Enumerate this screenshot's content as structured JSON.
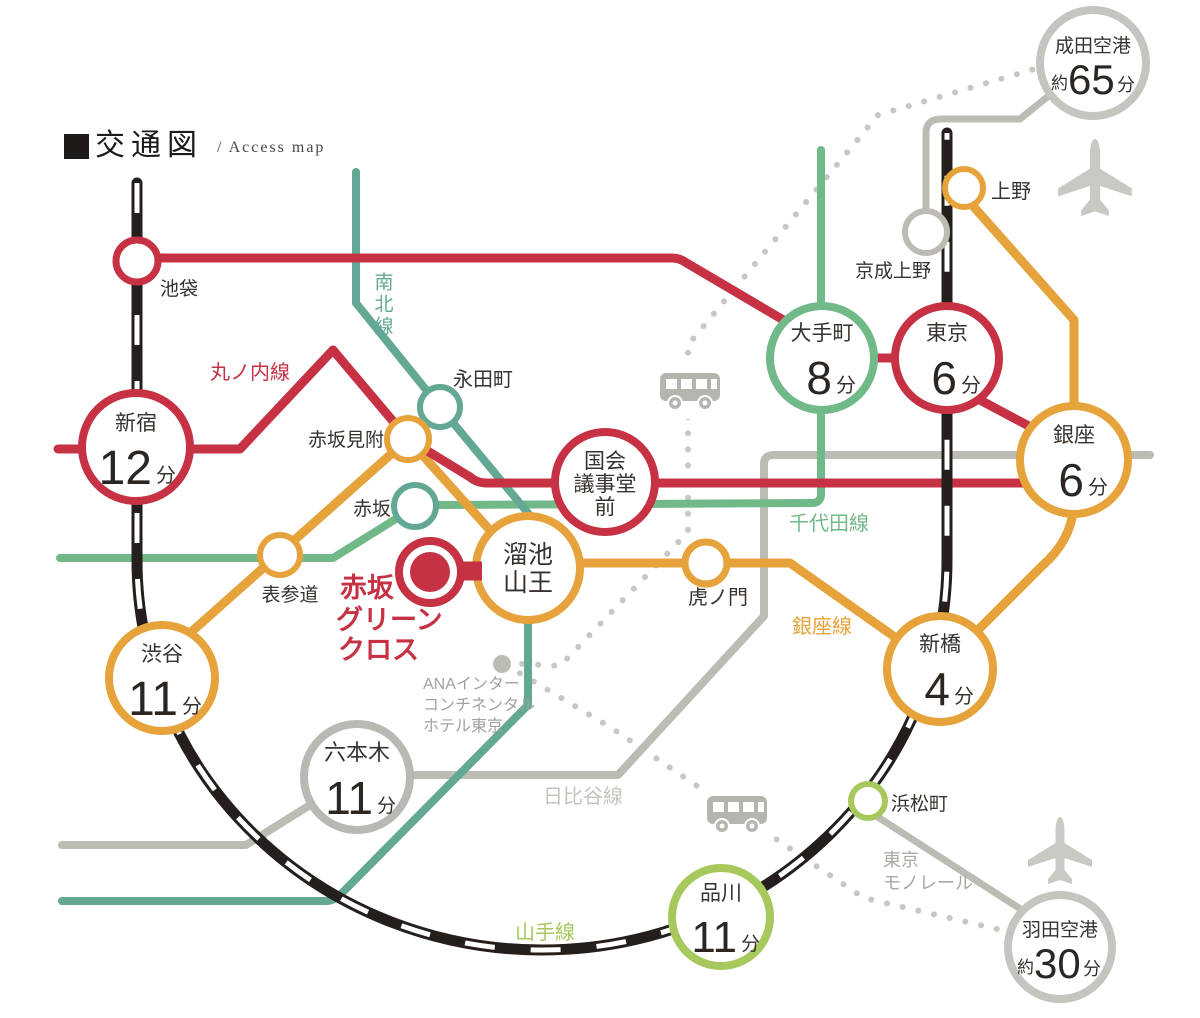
{
  "title": {
    "jp": "交通図",
    "en": "/ Access map"
  },
  "line_labels": {
    "marunouchi": "丸ノ内線",
    "namboku": "南北線",
    "chiyoda": "千代田線",
    "ginza": "銀座線",
    "hibiya": "日比谷線",
    "yamanote": "山手線",
    "monorail_l1": "東京",
    "monorail_l2": "モノレール"
  },
  "hub": {
    "l1": "赤坂",
    "l2": "グリーン",
    "l3": "クロス"
  },
  "hotel": {
    "l1": "ANAインター",
    "l2": "コンチネンタル",
    "l3": "ホテル東京"
  },
  "stations": {
    "ikebukuro": {
      "name": "池袋"
    },
    "shinjuku": {
      "name": "新宿",
      "time": "12",
      "unit": "分"
    },
    "shibuya": {
      "name": "渋谷",
      "time": "11",
      "unit": "分"
    },
    "roppongi": {
      "name": "六本木",
      "time": "11",
      "unit": "分"
    },
    "shinagawa": {
      "name": "品川",
      "time": "11",
      "unit": "分"
    },
    "otemachi": {
      "name": "大手町",
      "time": "8",
      "unit": "分"
    },
    "tokyo": {
      "name": "東京",
      "time": "6",
      "unit": "分"
    },
    "ginza": {
      "name": "銀座",
      "time": "6",
      "unit": "分"
    },
    "shimbashi": {
      "name": "新橋",
      "time": "4",
      "unit": "分"
    },
    "kokkai": {
      "l1": "国会",
      "l2": "議事堂",
      "l3": "前"
    },
    "tameike": {
      "l1": "溜池",
      "l2": "山王"
    },
    "nagatacho": {
      "name": "永田町"
    },
    "akasakamitsuke": {
      "name": "赤坂見附"
    },
    "akasaka": {
      "name": "赤坂"
    },
    "omotesando": {
      "name": "表参道"
    },
    "toranomon": {
      "name": "虎ノ門"
    },
    "ueno": {
      "name": "上野"
    },
    "keiseiueno": {
      "name": "京成上野"
    },
    "hamamatsucho": {
      "name": "浜松町"
    }
  },
  "airports": {
    "narita": {
      "name": "成田空港",
      "approx": "約",
      "time": "65",
      "unit": "分"
    },
    "haneda": {
      "name": "羽田空港",
      "approx": "約",
      "time": "30",
      "unit": "分"
    }
  },
  "colors": {
    "marunouchi_red": "#c63243",
    "ginza_orange": "#e6a23b",
    "namboku_teal": "#62a895",
    "chiyoda_green": "#72b989",
    "yamanote_black": "#241f1c",
    "jr_station_green": "#a6c85d",
    "hibiya_gray": "#bcbcb5",
    "muted_gray": "#a9a9a2"
  }
}
